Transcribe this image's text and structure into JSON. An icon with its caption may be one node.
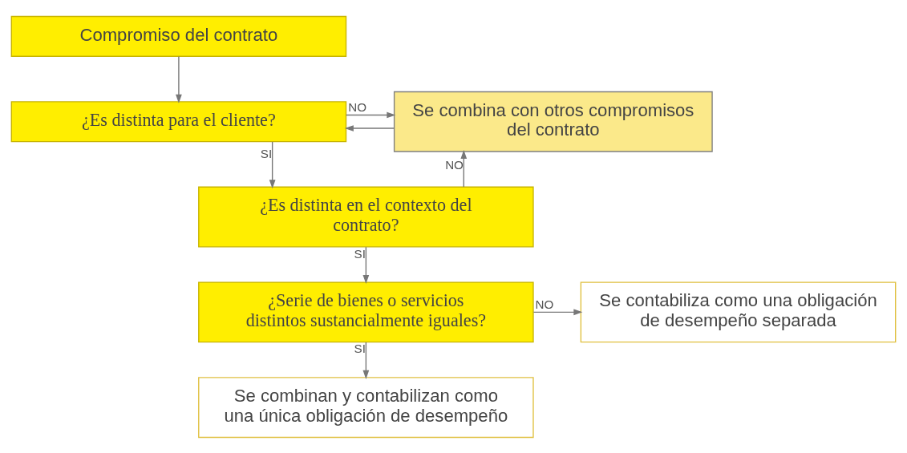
{
  "diagram": {
    "nodes": [
      {
        "text": [
          "Compromiso del contrato"
        ]
      },
      {
        "text": [
          "¿Es distinta para el cliente?"
        ]
      },
      {
        "text": [
          "Se combina con otros compromisos del contrato"
        ]
      },
      {
        "text": [
          "¿Es distinta en el contexto del contrato?"
        ]
      },
      {
        "text": [
          "¿Serie de bienes o servicios distintos sustancialmente iguales?"
        ]
      },
      {
        "text": [
          "Se contabiliza como una obligación de desempeño separada"
        ]
      },
      {
        "text": [
          "Se combinan y contabilizan como una única obligación de desempeño"
        ]
      }
    ],
    "edges": [
      {
        "from": 0,
        "to": 1,
        "arrow": "to"
      },
      {
        "from": 1,
        "to": 2,
        "arrow": "to",
        "label": "NO"
      },
      {
        "from": 2,
        "to": 1,
        "arrow": "to"
      },
      {
        "from": 1,
        "to": 3,
        "arrow": "to",
        "label": "SI"
      },
      {
        "from": 3,
        "to": 2,
        "arrow": "to",
        "label": "NO"
      },
      {
        "from": 3,
        "to": 4,
        "arrow": "to",
        "label": "SI"
      },
      {
        "from": 4,
        "to": 5,
        "arrow": "to",
        "label": "NO"
      },
      {
        "from": 4,
        "to": 6,
        "arrow": "to",
        "label": "SI"
      }
    ]
  }
}
